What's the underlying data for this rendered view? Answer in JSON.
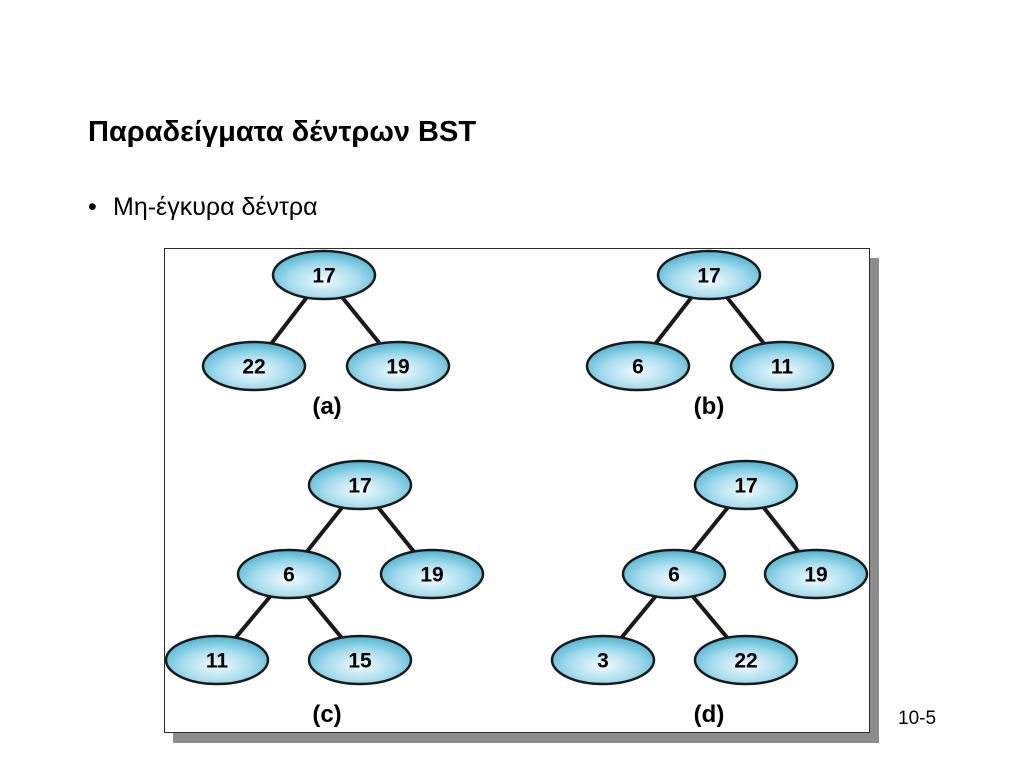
{
  "slide": {
    "title": "Παραδείγματα δέντρων BST",
    "bullet": "Μη-έγκυρα δέντρα",
    "page_number": "10-5"
  },
  "colors": {
    "node_fill_light": "#f2fbfd",
    "node_fill_dark": "#4db3d0",
    "node_stroke": "#1a1a1a",
    "edge": "#1a1a1a"
  },
  "trees": [
    {
      "caption": "(a)",
      "nodes": [
        {
          "id": "root",
          "label": "17"
        },
        {
          "id": "l",
          "label": "22"
        },
        {
          "id": "r",
          "label": "19"
        }
      ]
    },
    {
      "caption": "(b)",
      "nodes": [
        {
          "id": "root",
          "label": "17"
        },
        {
          "id": "l",
          "label": "6"
        },
        {
          "id": "r",
          "label": "11"
        }
      ]
    },
    {
      "caption": "(c)",
      "nodes": [
        {
          "id": "root",
          "label": "17"
        },
        {
          "id": "l",
          "label": "6"
        },
        {
          "id": "r",
          "label": "19"
        },
        {
          "id": "ll",
          "label": "11"
        },
        {
          "id": "lr",
          "label": "15"
        }
      ]
    },
    {
      "caption": "(d)",
      "nodes": [
        {
          "id": "root",
          "label": "17"
        },
        {
          "id": "l",
          "label": "6"
        },
        {
          "id": "r",
          "label": "19"
        },
        {
          "id": "ll",
          "label": "3"
        },
        {
          "id": "lr",
          "label": "22"
        }
      ]
    }
  ]
}
